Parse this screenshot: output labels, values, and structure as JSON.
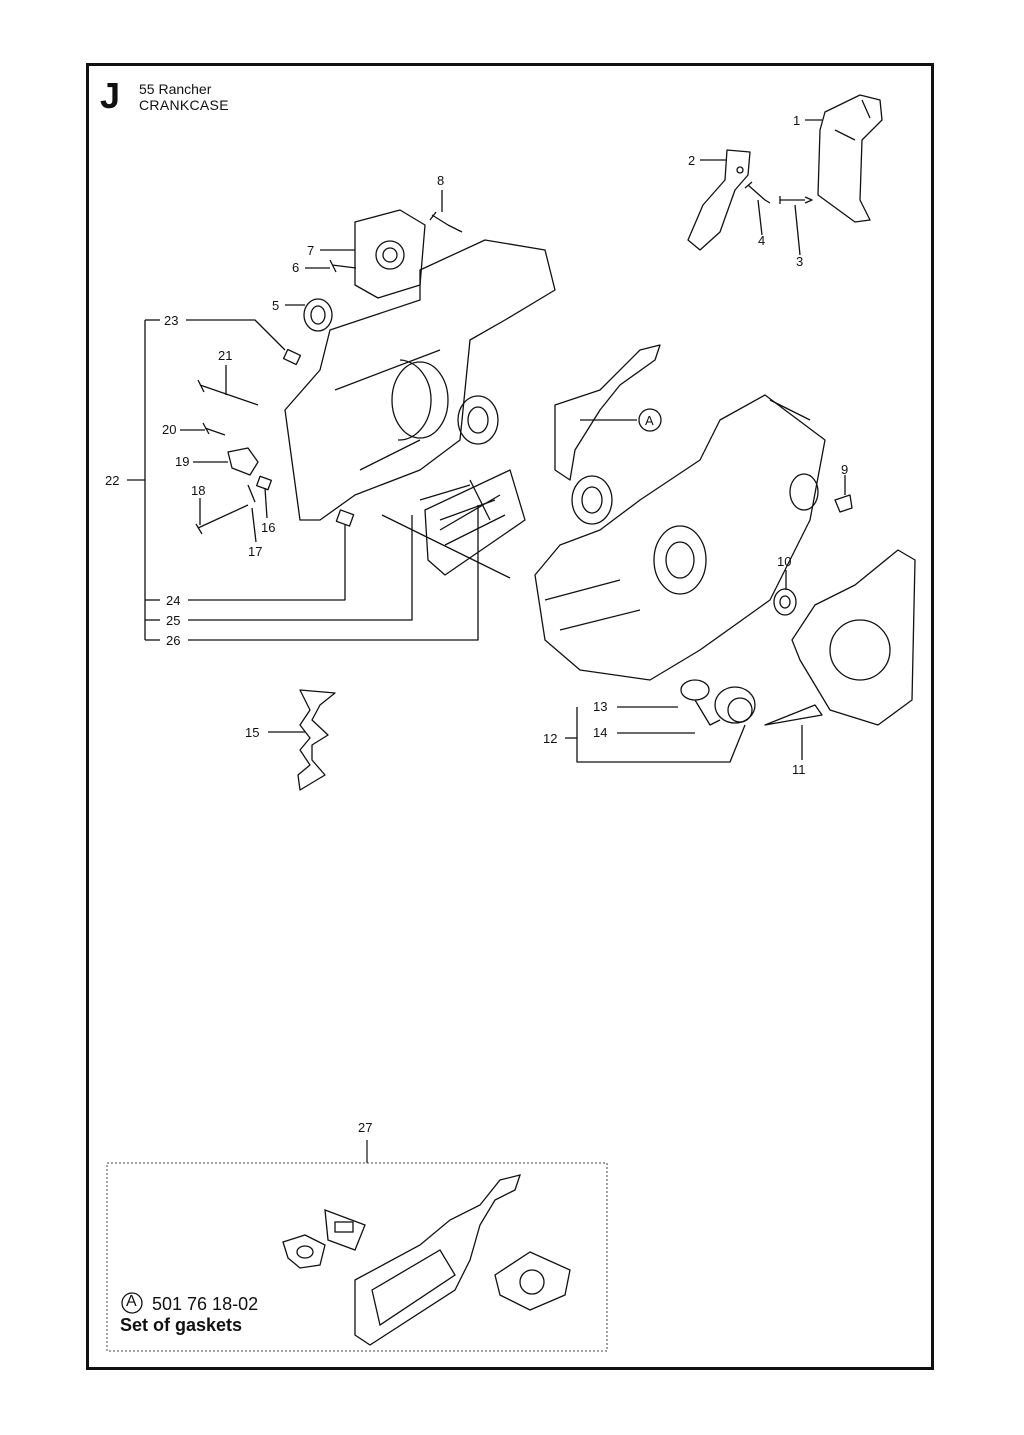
{
  "header": {
    "section_letter": "J",
    "model": "55 Rancher",
    "section": "CRANKCASE"
  },
  "callouts": [
    "1",
    "2",
    "3",
    "4",
    "5",
    "6",
    "7",
    "8",
    "9",
    "10",
    "11",
    "12",
    "13",
    "14",
    "15",
    "16",
    "17",
    "18",
    "19",
    "20",
    "21",
    "22",
    "23",
    "24",
    "25",
    "26",
    "27"
  ],
  "reference_marker": "A",
  "kit": {
    "callout": "27",
    "marker": "A",
    "part_number": "501 76 18-02",
    "description": "Set of gaskets"
  }
}
